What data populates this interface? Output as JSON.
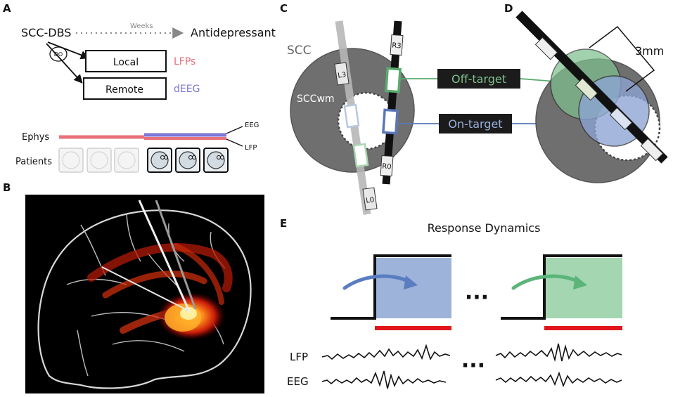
{
  "panels": {
    "a": "A",
    "b": "B",
    "c": "C",
    "d": "D",
    "e": "E"
  },
  "panel_a": {
    "source": "SCC-DBS",
    "weeks": "Weeks",
    "outcome": "Antidepressant",
    "node": "DO",
    "local": "Local",
    "remote": "Remote",
    "lfps": "LFPs",
    "deeg": "dEEG",
    "ephys": "Ephys",
    "eeg": "EEG",
    "lfp": "LFP",
    "patients": "Patients",
    "colors": {
      "lfp": "#e8707a",
      "eeg": "#7b78d6"
    }
  },
  "panel_c": {
    "scc": "SCC",
    "sccwm": "SCCwm",
    "lead_r_top": "R3",
    "lead_r_bottom": "R0",
    "lead_l_top": "L3",
    "lead_l_bottom": "L0"
  },
  "panel_cd": {
    "off_target": "Off-target",
    "on_target": "On-target",
    "distance": "3mm",
    "colors": {
      "off": "#5aaa6e",
      "on": "#5a78b8"
    }
  },
  "panel_e": {
    "title": "Response Dynamics",
    "ellipsis_top": "···",
    "ellipsis_bottom": "···",
    "lfp": "LFP",
    "eeg": "EEG",
    "colors": {
      "blue": "#5a7dc2",
      "green": "#5bb57a",
      "stim": "#e0161b"
    }
  }
}
